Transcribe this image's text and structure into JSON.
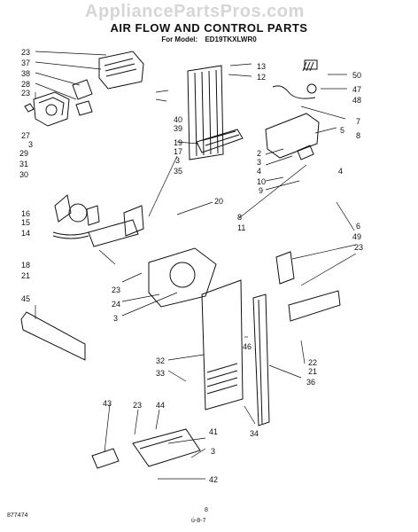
{
  "watermark": "AppliancePartsPros.com",
  "title": "AIR FLOW AND CONTROL PARTS",
  "model_label": "For Model:",
  "model_number": "ED19TKXLWR0",
  "footer_left": "877474",
  "footer_page": "8",
  "footer_sig": "ú-8-7",
  "callouts": [
    "23",
    "37",
    "38",
    "28",
    "23",
    "27",
    "3",
    "29",
    "31",
    "30",
    "40",
    "39",
    "19",
    "17",
    "3",
    "35",
    "13",
    "12",
    "50",
    "47",
    "48",
    "7",
    "5",
    "8",
    "2",
    "3",
    "4",
    "4",
    "10",
    "9",
    "20",
    "8",
    "11",
    "16",
    "15",
    "14",
    "18",
    "21",
    "23",
    "24",
    "3",
    "45",
    "6",
    "49",
    "23",
    "46",
    "32",
    "33",
    "22",
    "21",
    "36",
    "43",
    "23",
    "44",
    "41",
    "3",
    "42",
    "34"
  ]
}
